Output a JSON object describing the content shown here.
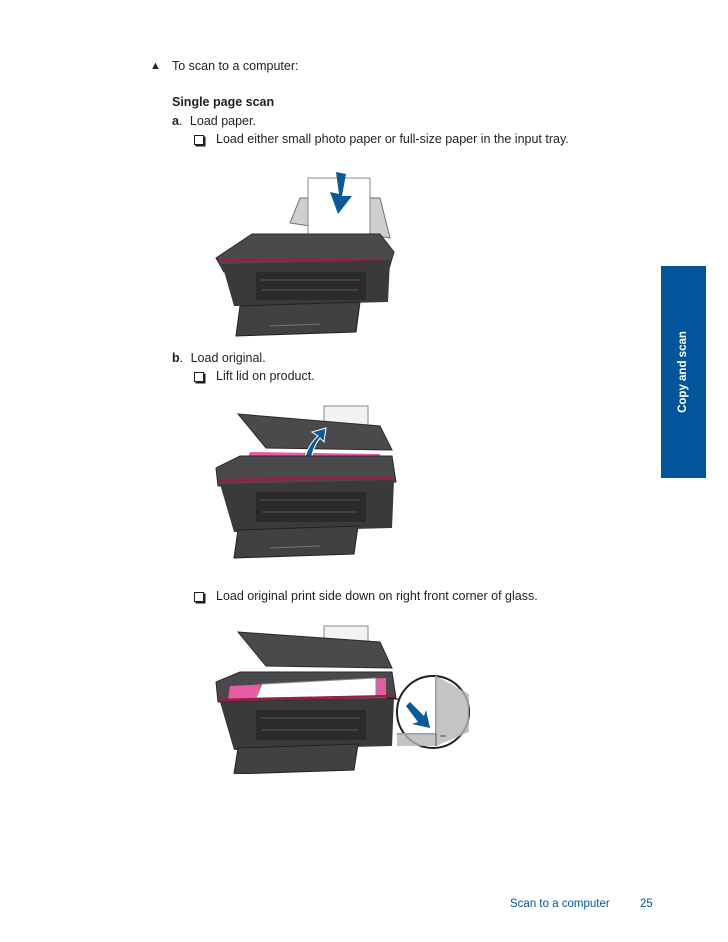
{
  "intro": {
    "bullet": "▲",
    "text": "To scan to a computer:"
  },
  "section_title": "Single page scan",
  "step_a": {
    "marker": "a",
    "text": "Load paper.",
    "substeps": [
      "Load either small photo paper or full-size paper in the input tray."
    ]
  },
  "step_b": {
    "marker": "b",
    "text": "Load original.",
    "substeps": [
      "Lift lid on product.",
      "Load original print side down on right front corner of glass."
    ]
  },
  "side_tab": {
    "label": "Copy and scan",
    "color": "#00559b"
  },
  "footer": {
    "section": "Scan to a computer",
    "page_number": "25"
  },
  "colors": {
    "printer_body": "#3a3a3c",
    "accent_stripe": "#9b1c45",
    "glass": "#e85ca6",
    "arrow": "#0b5a98"
  }
}
